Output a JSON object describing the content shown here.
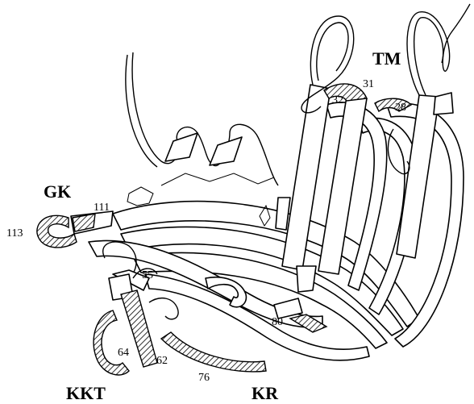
{
  "region_labels": {
    "tm": "TM",
    "gk": "GK",
    "kkt": "KKT",
    "kr": "KR"
  },
  "residue_labels": {
    "r31": "31",
    "r32": "32",
    "r28": "28",
    "r111": "111",
    "r113": "113",
    "r55": "55",
    "r80": "80",
    "r64": "64",
    "r62": "62",
    "r76": "76"
  }
}
